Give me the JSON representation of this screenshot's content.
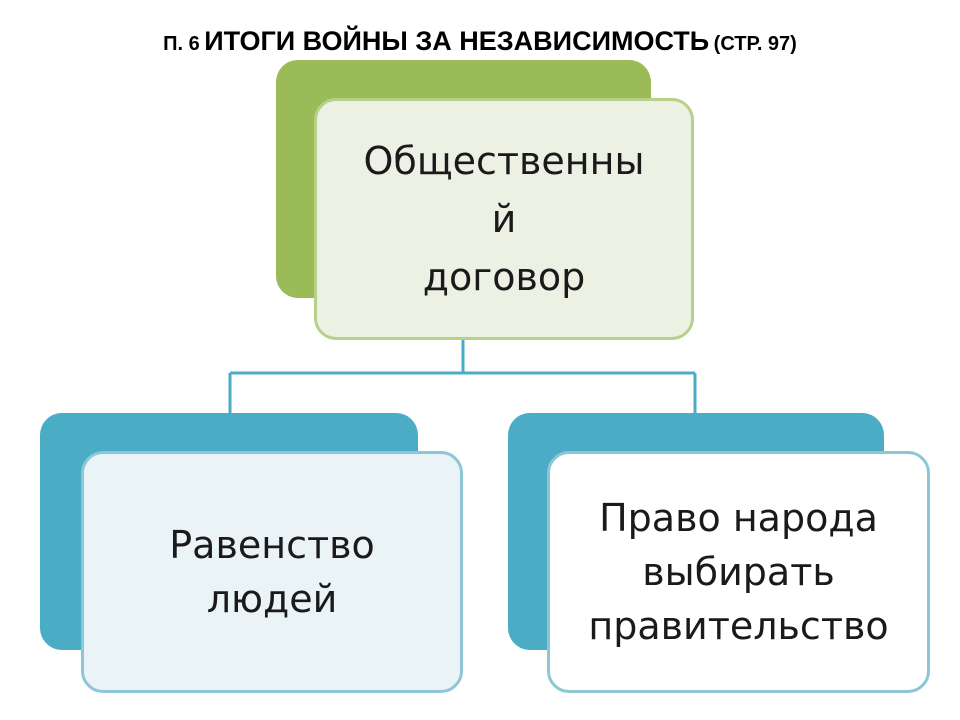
{
  "title": {
    "prefix": "П. 6",
    "main": "ИТОГИ ВОЙНЫ ЗА НЕЗАВИСИМОСТЬ",
    "suffix": "(СТР. 97)"
  },
  "diagram": {
    "root": {
      "label": "Общественны\nй\nдоговор"
    },
    "children": [
      {
        "label": "Равенство\nлюдей"
      },
      {
        "label": "Право народа\nвыбирать\nправительство"
      }
    ]
  },
  "colors": {
    "root_accent": "#9bbb59",
    "child_accent": "#4bacc6",
    "connector": "#4bacc6"
  }
}
